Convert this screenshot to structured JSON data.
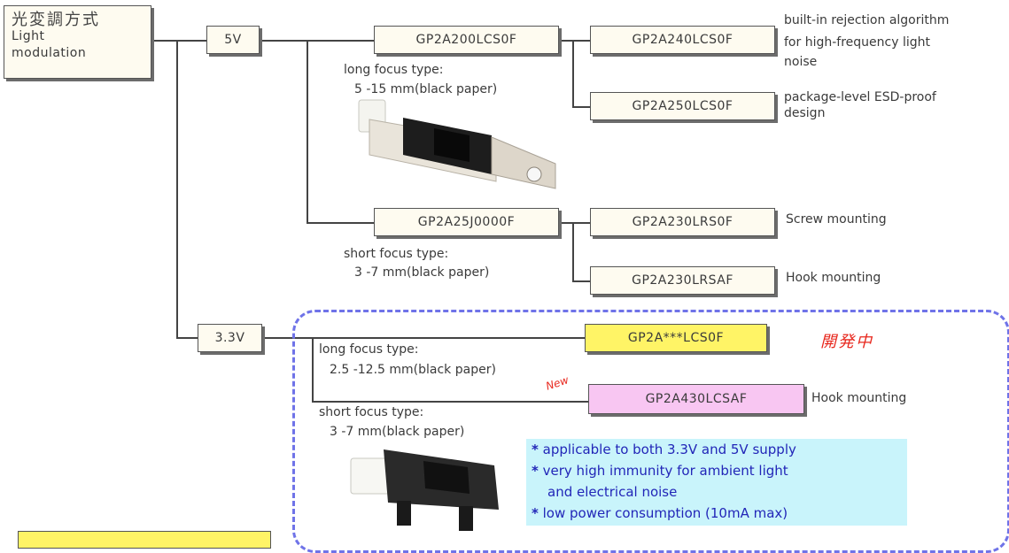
{
  "root": {
    "title_zh": "光変調方式",
    "title_en_1": "Light",
    "title_en_2": "modulation"
  },
  "branch_5v": {
    "label": "5V"
  },
  "branch_3v3": {
    "label": "3.3V"
  },
  "gp2a200": {
    "label": "GP2A200LCS0F",
    "note_1": "long focus type:",
    "note_2": "5 -15 mm(black paper)"
  },
  "gp2a240": {
    "label": "GP2A240LCS0F",
    "desc_1": "built-in rejection algorithm",
    "desc_2": "for high-frequency light",
    "desc_3": "noise"
  },
  "gp2a250": {
    "label": "GP2A250LCS0F",
    "desc_1": "package-level ESD-proof",
    "desc_2": "design"
  },
  "gp2a25j": {
    "label": "GP2A25J0000F",
    "note_1": "short focus type:",
    "note_2": "3 -7 mm(black paper)"
  },
  "gp2a230lrs0": {
    "label": "GP2A230LRS0F",
    "desc": "Screw mounting"
  },
  "gp2a230lrsa": {
    "label": "GP2A230LRSAF",
    "desc": "Hook mounting"
  },
  "gp2a_lcs0f": {
    "label": "GP2A***LCS0F",
    "status": "開発中",
    "note_1": "long focus type:",
    "note_2": "2.5 -12.5 mm(black paper)"
  },
  "gp2a430": {
    "label": "GP2A430LCSAF",
    "badge": "New",
    "desc": "Hook mounting",
    "note_1": "short focus type:",
    "note_2": "3 -7 mm(black paper)"
  },
  "features": {
    "bullet": "*",
    "line_1": "applicable  to both 3.3V and 5V supply",
    "line_2": "very high immunity  for ambient  light",
    "line_3": "and electrical  noise",
    "line_4": "low power consumption  (10mA max)"
  },
  "colors": {
    "accent_yellow": "#fff466",
    "accent_pink": "#f8c6f2",
    "dashed_border": "#6f73e8",
    "feature_bg": "#c9f4fb",
    "feature_text": "#2226b8",
    "status_red": "#e8281e"
  },
  "icons": [
    "sensor-long-focus-photo",
    "sensor-short-focus-photo"
  ]
}
